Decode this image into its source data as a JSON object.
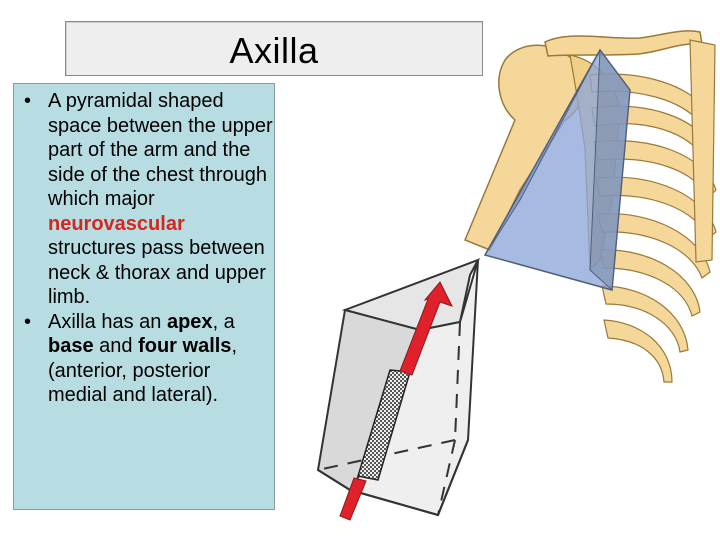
{
  "slide": {
    "title": "Axilla",
    "bullets": [
      {
        "parts": [
          {
            "text": "A pyramidal shaped space between the upper part of the arm and the side of the chest through which major ",
            "style": ""
          },
          {
            "text": "neurovascular",
            "style": "red"
          },
          {
            "text": " structures pass between neck & thorax and upper limb.",
            "style": ""
          }
        ]
      },
      {
        "parts": [
          {
            "text": "Axilla has an ",
            "style": ""
          },
          {
            "text": "apex",
            "style": "bold"
          },
          {
            "text": ", a ",
            "style": ""
          },
          {
            "text": "base",
            "style": "bold"
          },
          {
            "text": " and ",
            "style": ""
          },
          {
            "text": "four walls",
            "style": "bold"
          },
          {
            "text": ", (anterior, posterior medial and lateral).",
            "style": ""
          }
        ]
      }
    ],
    "bullet_glyph": "•",
    "colors": {
      "title_bg": "#eeeeee",
      "panel_bg": "#b7dde3",
      "highlight_red": "#d4271e",
      "bone": "#f6d79a",
      "pyramid_blue": "#8ea7d8",
      "arrow_red": "#e0202a"
    }
  }
}
